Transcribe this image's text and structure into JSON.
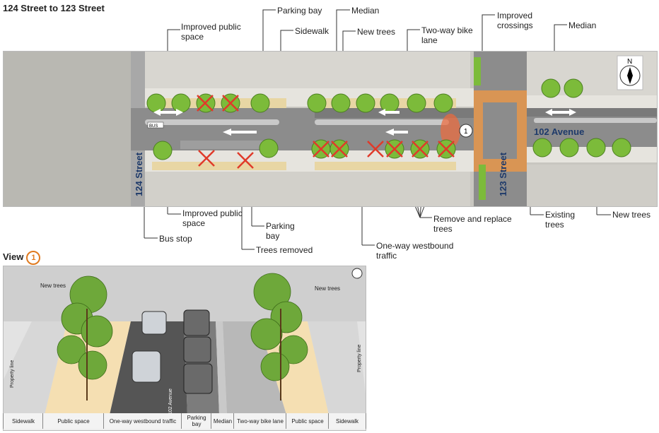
{
  "title": "124 Street to 123 Street",
  "callouts": {
    "improved_public_space_top": "Improved public space",
    "parking_bay_top": "Parking bay",
    "sidewalk": "Sidewalk",
    "median_top": "Median",
    "new_trees_top": "New trees",
    "two_way_bike_lane": "Two-way bike lane",
    "improved_crossings": "Improved crossings",
    "median_right": "Median",
    "improved_public_space_bottom": "Improved public space",
    "parking_bay_bottom": "Parking bay",
    "bus_stop": "Bus stop",
    "trees_removed": "Trees removed",
    "one_way_westbound": "One-way westbound traffic",
    "remove_replace": "Remove and replace trees",
    "existing_trees": "Existing trees",
    "new_trees_bottom": "New trees"
  },
  "map": {
    "street_left": "124 Street",
    "street_right": "123 Street",
    "avenue": "102 Avenue",
    "bus_marker": "BUS",
    "view_marker": "1",
    "north": "N"
  },
  "view": {
    "label": "View",
    "number": "1",
    "new_trees_left": "New trees",
    "new_trees_right": "New trees",
    "property_line_left": "Property line",
    "property_line_right": "Property line",
    "avenue_label": "102 Avenue"
  },
  "segments": [
    {
      "label": "Sidewalk"
    },
    {
      "label": "Public space"
    },
    {
      "label": "One-way westbound traffic"
    },
    {
      "label": "Parking bay"
    },
    {
      "label": "Median"
    },
    {
      "label": "Two-way bike lane"
    },
    {
      "label": "Public space"
    },
    {
      "label": "Sidewalk"
    }
  ],
  "colors": {
    "road": "#8c8c8c",
    "public_space": "#f5dfb2",
    "tree": "#7cbb3a",
    "removed": "#e03a2a",
    "crossing": "#d99554",
    "median": "#c9c9c9"
  }
}
